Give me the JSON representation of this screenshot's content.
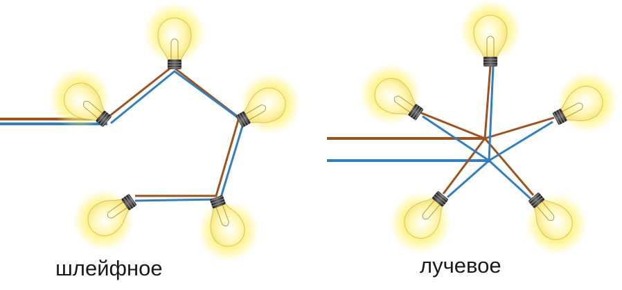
{
  "captions": {
    "daisy_chain": "шлейфное",
    "star": "лучевое"
  },
  "colors": {
    "wire_phase": "#a0521c",
    "wire_neutral": "#2f7fc1",
    "glow": "#fff27a",
    "bulb_glass": "#fff9c4",
    "socket": "#3a3a3a",
    "background": "#ffffff"
  },
  "diagrams": [
    {
      "name": "daisy-chain-wiring",
      "bulb_count": 5
    },
    {
      "name": "star-wiring",
      "bulb_count": 5
    }
  ]
}
